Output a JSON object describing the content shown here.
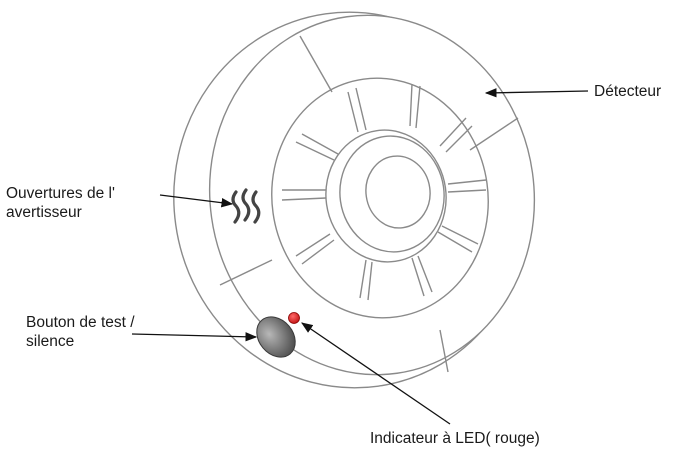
{
  "labels": {
    "detecteur": "Détecteur",
    "ouvertures_line1": "Ouvertures de l'",
    "ouvertures_line2": "avertisseur",
    "bouton_line1": "Bouton de test /",
    "bouton_line2": "silence",
    "led": "Indicateur à LED( rouge)"
  },
  "colors": {
    "outline": "#8a8a8a",
    "leader": "#111111",
    "led": "#d81e1e",
    "button": "#7a7a7a"
  }
}
